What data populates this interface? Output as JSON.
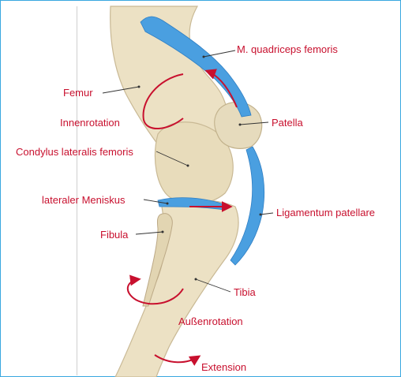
{
  "labels": {
    "quadriceps": "M. quadriceps femoris",
    "femur": "Femur",
    "innenrotation": "Innenrotation",
    "patella": "Patella",
    "condylus": "Condylus lateralis femoris",
    "meniskus": "lateraler Meniskus",
    "ligamentum": "Ligamentum patellare",
    "fibula": "Fibula",
    "tibia": "Tibia",
    "aussenrotation": "Außenrotation",
    "extension": "Extension"
  },
  "colors": {
    "label_red": "#c8102e",
    "arrow_red": "#c8102e",
    "ligament_blue": "#4a9fe0",
    "bone": "#ece1c4",
    "bone_shade": "#c9b995",
    "frame_blue": "#39a7e0"
  }
}
